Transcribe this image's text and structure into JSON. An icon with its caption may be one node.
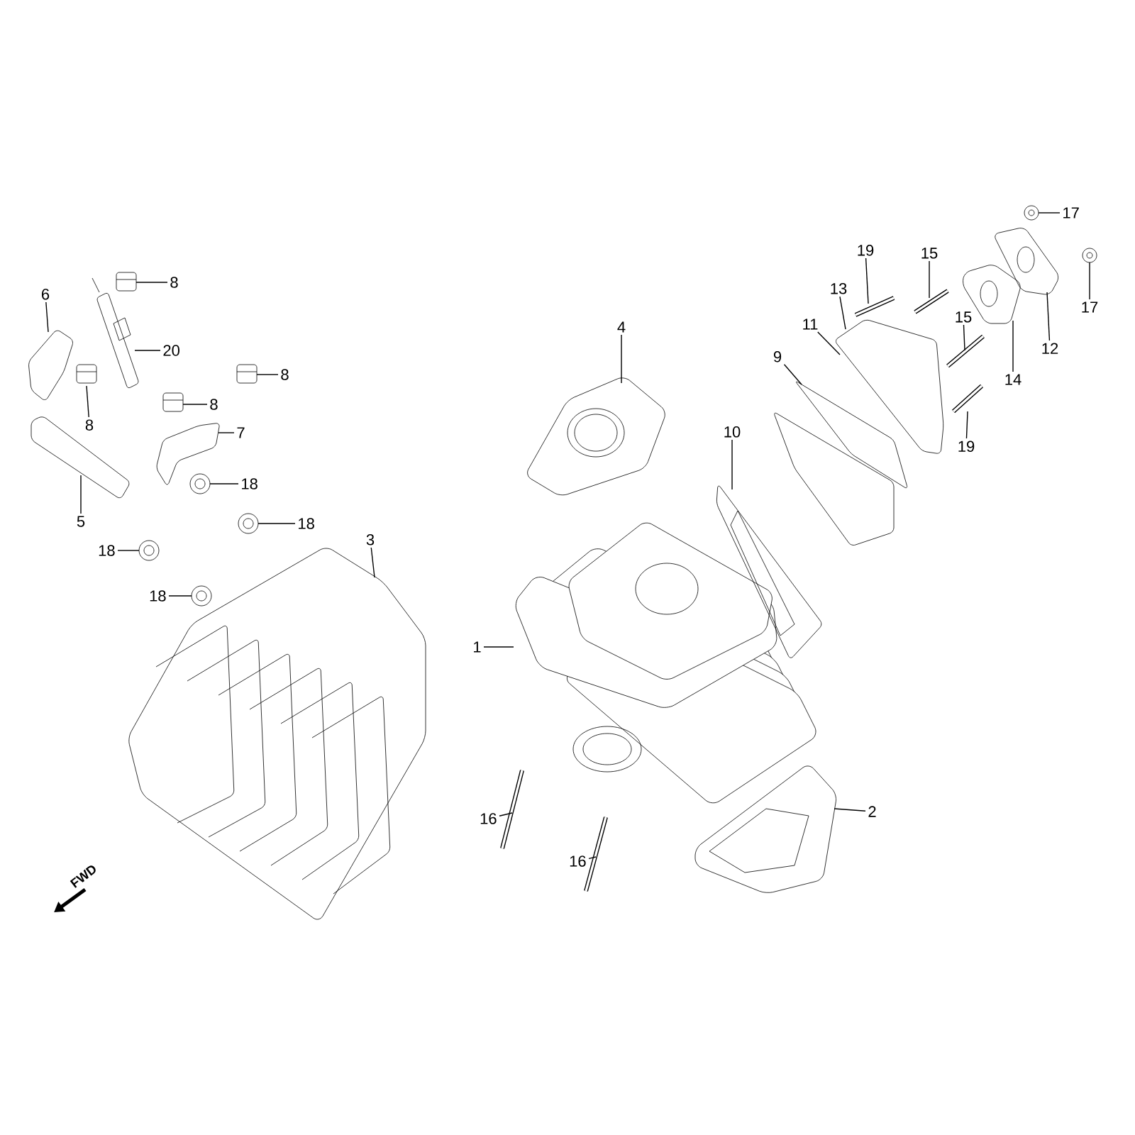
{
  "diagram": {
    "nodes": [
      {
        "text": [
          "8"
        ]
      },
      {
        "text": [
          "6"
        ]
      },
      {
        "text": [
          "20"
        ]
      },
      {
        "text": [
          "8"
        ]
      },
      {
        "text": [
          "8"
        ]
      },
      {
        "text": [
          "8"
        ]
      },
      {
        "text": [
          "7"
        ]
      },
      {
        "text": [
          "5"
        ]
      },
      {
        "text": [
          "18"
        ]
      },
      {
        "text": [
          "18"
        ]
      },
      {
        "text": [
          "18"
        ]
      },
      {
        "text": [
          "18"
        ]
      },
      {
        "text": [
          "3"
        ]
      },
      {
        "text": [
          "4"
        ]
      },
      {
        "text": [
          "1"
        ]
      },
      {
        "text": [
          "10"
        ]
      },
      {
        "text": [
          "9"
        ]
      },
      {
        "text": [
          "11"
        ]
      },
      {
        "text": [
          "13"
        ]
      },
      {
        "text": [
          "19"
        ]
      },
      {
        "text": [
          "15"
        ]
      },
      {
        "text": [
          "15"
        ]
      },
      {
        "text": [
          "19"
        ]
      },
      {
        "text": [
          "14"
        ]
      },
      {
        "text": [
          "12"
        ]
      },
      {
        "text": [
          "17"
        ]
      },
      {
        "text": [
          "17"
        ]
      },
      {
        "text": [
          "16"
        ]
      },
      {
        "text": [
          "16"
        ]
      },
      {
        "text": [
          "2"
        ]
      },
      {
        "text": [],
        "shape": "picture"
      },
      {
        "text": [],
        "shape": "picture"
      },
      {
        "text": [],
        "shape": "picture"
      },
      {
        "text": [],
        "shape": "picture"
      },
      {
        "text": [],
        "shape": "picture"
      },
      {
        "text": [],
        "shape": "picture"
      },
      {
        "text": [],
        "shape": "picture"
      },
      {
        "text": [],
        "shape": "picture"
      },
      {
        "text": [],
        "shape": "picture"
      },
      {
        "text": [],
        "shape": "picture"
      },
      {
        "text": [],
        "shape": "picture"
      },
      {
        "text": [],
        "shape": "picture"
      },
      {
        "text": [],
        "shape": "picture"
      },
      {
        "text": [],
        "shape": "picture"
      },
      {
        "text": [],
        "shape": "picture"
      },
      {
        "text": [],
        "shape": "picture"
      },
      {
        "text": [],
        "shape": "picture"
      },
      {
        "text": [],
        "shape": "picture"
      },
      {
        "text": [],
        "shape": "picture"
      },
      {
        "text": [],
        "shape": "picture"
      },
      {
        "text": [],
        "shape": "picture"
      },
      {
        "text": [],
        "shape": "picture"
      },
      {
        "text": [],
        "shape": "picture"
      },
      {
        "text": [],
        "shape": "picture"
      },
      {
        "text": [],
        "shape": "picture"
      },
      {
        "text": [],
        "shape": "picture"
      },
      {
        "text": [],
        "shape": "picture"
      },
      {
        "text": [],
        "shape": "picture"
      },
      {
        "text": [],
        "shape": "picture"
      }
    ],
    "edges": [
      {
        "from": 0,
        "to": 30,
        "arrow": "none"
      },
      {
        "from": 1,
        "to": 31,
        "arrow": "none"
      },
      {
        "from": 2,
        "to": 32,
        "arrow": "none"
      },
      {
        "from": 3,
        "to": 33,
        "arrow": "none"
      },
      {
        "from": 4,
        "to": 34,
        "arrow": "none"
      },
      {
        "from": 5,
        "to": 35,
        "arrow": "none"
      },
      {
        "from": 6,
        "to": 36,
        "arrow": "none"
      },
      {
        "from": 7,
        "to": 37,
        "arrow": "none"
      },
      {
        "from": 8,
        "to": 38,
        "arrow": "none"
      },
      {
        "from": 9,
        "to": 39,
        "arrow": "none"
      },
      {
        "from": 10,
        "to": 40,
        "arrow": "none"
      },
      {
        "from": 11,
        "to": 41,
        "arrow": "none"
      },
      {
        "from": 12,
        "to": 42,
        "arrow": "none"
      },
      {
        "from": 13,
        "to": 43,
        "arrow": "none"
      },
      {
        "from": 14,
        "to": 44,
        "arrow": "none"
      },
      {
        "from": 15,
        "to": 45,
        "arrow": "none"
      },
      {
        "from": 16,
        "to": 46,
        "arrow": "none"
      },
      {
        "from": 17,
        "to": 47,
        "arrow": "none"
      },
      {
        "from": 18,
        "to": 47,
        "arrow": "none"
      },
      {
        "from": 19,
        "to": 48,
        "arrow": "none"
      },
      {
        "from": 20,
        "to": 49,
        "arrow": "none"
      },
      {
        "from": 21,
        "to": 50,
        "arrow": "none"
      },
      {
        "from": 22,
        "to": 51,
        "arrow": "none"
      },
      {
        "from": 23,
        "to": 52,
        "arrow": "none"
      },
      {
        "from": 24,
        "to": 53,
        "arrow": "none"
      },
      {
        "from": 25,
        "to": 54,
        "arrow": "none"
      },
      {
        "from": 26,
        "to": 55,
        "arrow": "none"
      },
      {
        "from": 27,
        "to": 56,
        "arrow": "none"
      },
      {
        "from": 28,
        "to": 57,
        "arrow": "none"
      },
      {
        "from": 29,
        "to": 58,
        "arrow": "none"
      }
    ],
    "labels": [
      "FWD"
    ]
  }
}
